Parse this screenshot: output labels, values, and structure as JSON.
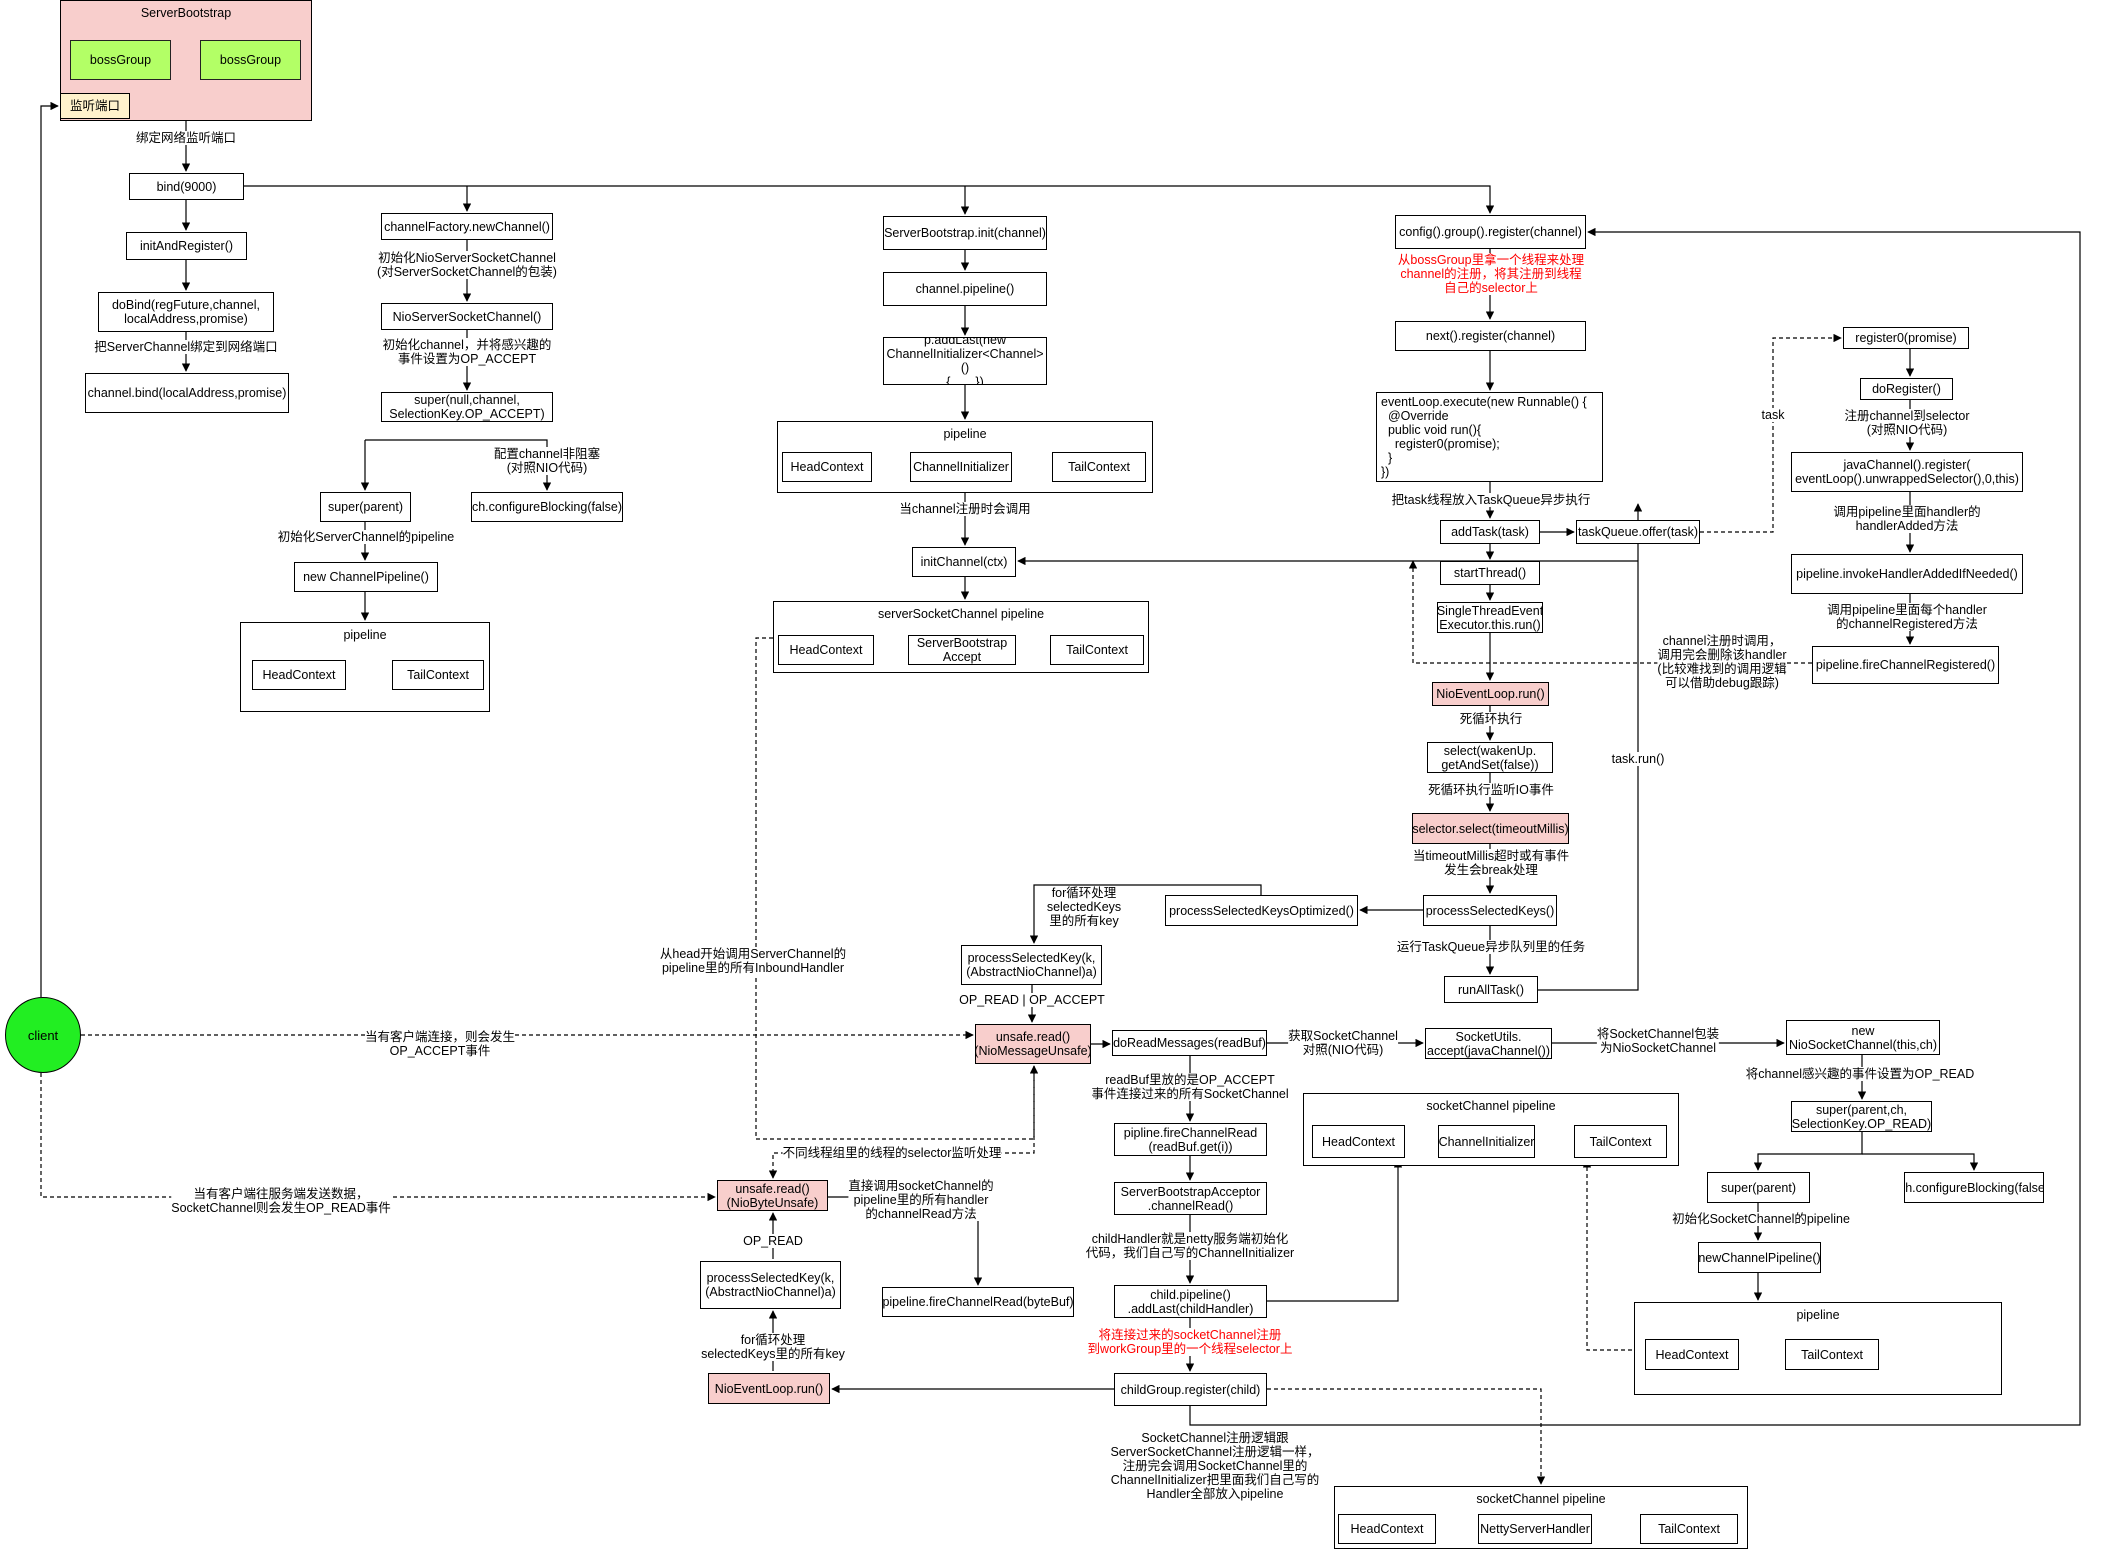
{
  "frames": [
    {
      "id": "f_sb",
      "title": "ServerBootstrap",
      "pink": true
    },
    {
      "id": "f_pl1",
      "title": "pipeline"
    },
    {
      "id": "f_pl2",
      "title": "pipeline"
    },
    {
      "id": "f_pl3",
      "title": "serverSocketChannel pipeline"
    },
    {
      "id": "f_pl4",
      "title": "socketChannel pipeline"
    },
    {
      "id": "f_pl5",
      "title": "pipeline"
    },
    {
      "id": "f_pl6",
      "title": "socketChannel pipeline"
    }
  ],
  "nodes": [
    {
      "id": "boss1",
      "text": "bossGroup",
      "style": "lime"
    },
    {
      "id": "boss2",
      "text": "bossGroup",
      "style": "lime"
    },
    {
      "id": "listen",
      "text": "监听端口",
      "style": "note"
    },
    {
      "id": "bind",
      "text": "bind(9000)"
    },
    {
      "id": "initAndRegister",
      "text": "initAndRegister()"
    },
    {
      "id": "doBind",
      "text": "doBind(regFuture,channel,\nlocalAddress,promise)"
    },
    {
      "id": "channelBind",
      "text": "channel.bind(localAddress,promise)"
    },
    {
      "id": "channelFactory",
      "text": "channelFactory.newChannel()"
    },
    {
      "id": "nioServerSocketChannel",
      "text": "NioServerSocketChannel()"
    },
    {
      "id": "superNull",
      "text": "super(null,channel,\nSelectionKey.OP_ACCEPT)"
    },
    {
      "id": "superParent1",
      "text": "super(parent)"
    },
    {
      "id": "configBlocking1",
      "text": "ch.configureBlocking(false)"
    },
    {
      "id": "newChannelPipeline1",
      "text": "new ChannelPipeline()"
    },
    {
      "id": "p1Head",
      "text": "HeadContext"
    },
    {
      "id": "p1Tail",
      "text": "TailContext"
    },
    {
      "id": "sbInit",
      "text": "ServerBootstrap.init(channel)"
    },
    {
      "id": "channelPipeline",
      "text": "channel.pipeline()"
    },
    {
      "id": "pAddLast",
      "text": "p.addLast(new\nChannelInitializer<Channel>()\n{……})"
    },
    {
      "id": "p2Head",
      "text": "HeadContext"
    },
    {
      "id": "p2Init",
      "text": "ChannelInitializer"
    },
    {
      "id": "p2Tail",
      "text": "TailContext"
    },
    {
      "id": "initChannelCtx",
      "text": "initChannel(ctx)"
    },
    {
      "id": "p3Head",
      "text": "HeadContext"
    },
    {
      "id": "p3Acceptor",
      "text": "ServerBootstrap\nAccept"
    },
    {
      "id": "p3Tail",
      "text": "TailContext"
    },
    {
      "id": "configRegister",
      "text": "config().group().register(channel)"
    },
    {
      "id": "nextRegister",
      "text": "next().register(channel)"
    },
    {
      "id": "eventLoopExecute",
      "text": "eventLoop.execute(new Runnable() {\n  @Override\n  public void run(){\n    register0(promise);\n  }\n})",
      "align": "left"
    },
    {
      "id": "addTask",
      "text": "addTask(task)"
    },
    {
      "id": "taskQueueOffer",
      "text": "taskQueue.offer(task)"
    },
    {
      "id": "startThread",
      "text": "startThread()"
    },
    {
      "id": "singleThread",
      "text": "SingleThreadEvent\nExecutor.this.run()"
    },
    {
      "id": "nioEventLoopRun1",
      "text": "NioEventLoop.run()",
      "style": "pink"
    },
    {
      "id": "selectWakenUp",
      "text": "select(wakenUp.\ngetAndSet(false))"
    },
    {
      "id": "selectorSelect",
      "text": "selector.select(timeoutMillis)",
      "style": "pink"
    },
    {
      "id": "processSelectedKeys",
      "text": "processSelectedKeys()"
    },
    {
      "id": "processSelectedKeysOptimized",
      "text": "processSelectedKeysOptimized()"
    },
    {
      "id": "processSelectedKey1",
      "text": "processSelectedKey(k,\n(AbstractNioChannel)a)"
    },
    {
      "id": "runAllTask",
      "text": "runAllTask()"
    },
    {
      "id": "unsafeRead1",
      "text": "unsafe.read()\n(NioMessageUnsafe)",
      "style": "pink"
    },
    {
      "id": "doReadMessages",
      "text": "doReadMessages(readBuf)"
    },
    {
      "id": "socketUtilsAccept",
      "text": "SocketUtils.\naccept(javaChannel())"
    },
    {
      "id": "newNioSocketChannel",
      "text": "new\nNioSocketChannel(this,ch)"
    },
    {
      "id": "superParentCh",
      "text": "super(parent,ch,\nSelectionKey.OP_READ)"
    },
    {
      "id": "superParent2",
      "text": "super(parent)"
    },
    {
      "id": "configBlocking2",
      "text": "ch.configureBlocking(false)"
    },
    {
      "id": "newChannelPipeline2",
      "text": "newChannelPipeline()"
    },
    {
      "id": "p5Head",
      "text": "HeadContext"
    },
    {
      "id": "p5Tail",
      "text": "TailContext"
    },
    {
      "id": "pipelineFireChannelRead",
      "text": "pipline.fireChannelRead\n(readBuf.get(i))"
    },
    {
      "id": "acceptorChannelRead",
      "text": "ServerBootstrapAcceptor\n.channelRead()"
    },
    {
      "id": "childPipelineAddLast",
      "text": "child.pipeline()\n.addLast(childHandler)"
    },
    {
      "id": "childGroupRegister",
      "text": "childGroup.register(child)"
    },
    {
      "id": "p4Head",
      "text": "HeadContext"
    },
    {
      "id": "p4Init",
      "text": "ChannelInitializer"
    },
    {
      "id": "p4Tail",
      "text": "TailContext"
    },
    {
      "id": "unsafeRead2",
      "text": "unsafe.read()\n(NioByteUnsafe)",
      "style": "pink"
    },
    {
      "id": "processSelectedKey2",
      "text": "processSelectedKey(k,\n(AbstractNioChannel)a)"
    },
    {
      "id": "nioEventLoopRun2",
      "text": "NioEventLoop.run()",
      "style": "pink"
    },
    {
      "id": "fireChannelReadByteBuf",
      "text": "pipeline.fireChannelRead(byteBuf)"
    },
    {
      "id": "p6Head",
      "text": "HeadContext"
    },
    {
      "id": "p6Netty",
      "text": "NettyServerHandler"
    },
    {
      "id": "p6Tail",
      "text": "TailContext"
    },
    {
      "id": "register0",
      "text": "register0(promise)"
    },
    {
      "id": "doRegister",
      "text": "doRegister()"
    },
    {
      "id": "javaChannelRegister",
      "text": "javaChannel().register(\neventLoop().unwrappedSelector(),0,this)"
    },
    {
      "id": "invokeHandlerAdded",
      "text": "pipeline.invokeHandlerAddedIfNeeded()"
    },
    {
      "id": "fireChannelRegistered",
      "text": "pipeline.fireChannelRegistered()"
    }
  ],
  "client_label": "client",
  "labels": [
    {
      "id": "l_bindPort",
      "text": "绑定网络监听端口"
    },
    {
      "id": "l_bindToPort",
      "text": "把ServerChannel绑定到网络端口"
    },
    {
      "id": "l_initNio",
      "text": "初始化NioServerSocketChannel\n(对ServerSocketChannel的包装)"
    },
    {
      "id": "l_initInterest",
      "text": "初始化channel，并将感兴趣的\n事件设置为OP_ACCEPT"
    },
    {
      "id": "l_nonBlocking1",
      "text": "配置channel非阻塞\n(对照NIO代码)"
    },
    {
      "id": "l_initPipeline1",
      "text": "初始化ServerChannel的pipeline"
    },
    {
      "id": "l_whenRegistered",
      "text": "当channel注册时会调用"
    },
    {
      "id": "l_fromBoss",
      "text": "从bossGroup里拿一个线程来处理\nchannel的注册，将其注册到线程\n自己的selector上",
      "red": true
    },
    {
      "id": "l_putTask",
      "text": "把task线程放入TaskQueue异步执行"
    },
    {
      "id": "l_task",
      "text": "task"
    },
    {
      "id": "l_registerSelector",
      "text": "注册channel到selector\n(对照NIO代码)"
    },
    {
      "id": "l_handlerAdded",
      "text": "调用pipeline里面handler的\nhandlerAdded方法"
    },
    {
      "id": "l_channelRegistered",
      "text": "调用pipeline里面每个handler\n的channelRegistered方法"
    },
    {
      "id": "l_removeHandler",
      "text": "channel注册时调用，\n调用完会删除该handler\n(比较难找到的调用逻辑\n可以借助debug跟踪)"
    },
    {
      "id": "l_deadLoop1",
      "text": "死循环执行"
    },
    {
      "id": "l_deadLoop2",
      "text": "死循环执行监听IO事件"
    },
    {
      "id": "l_timeout",
      "text": "当timeoutMillis超时或有事件\n发生会break处理"
    },
    {
      "id": "l_taskRun",
      "text": "task.run()"
    },
    {
      "id": "l_forLoop1",
      "text": "for循环处理\nselectedKeys\n里的所有key"
    },
    {
      "id": "l_runTaskQueue",
      "text": "运行TaskQueue异步队列里的任务"
    },
    {
      "id": "l_fromHead",
      "text": "从head开始调用ServerChannel的\npipeline里的所有InboundHandler"
    },
    {
      "id": "l_opReadAccept",
      "text": "OP_READ | OP_ACCEPT"
    },
    {
      "id": "l_acceptEvent",
      "text": "当有客户端连接，则会发生\nOP_ACCEPT事件"
    },
    {
      "id": "l_getSocketChannel",
      "text": "获取SocketChannel\n对照(NIO代码)"
    },
    {
      "id": "l_wrapSocketChannel",
      "text": "将SocketChannel包装\n为NioSocketChannel"
    },
    {
      "id": "l_setOpRead",
      "text": "将channel感兴趣的事件设置为OP_READ"
    },
    {
      "id": "l_readBuf",
      "text": "readBuf里放的是OP_ACCEPT\n事件连接过来的所有SocketChannel"
    },
    {
      "id": "l_otherThread",
      "text": "不同线程组里的线程的selector监听处理"
    },
    {
      "id": "l_initPipeline2",
      "text": "初始化SocketChannel的pipeline"
    },
    {
      "id": "l_readEvent",
      "text": "当有客户端往服务端发送数据，\nSocketChannel则会发生OP_READ事件"
    },
    {
      "id": "l_callChannelRead",
      "text": "直接调用socketChannel的\npipeline里的所有handler\n的channelRead方法"
    },
    {
      "id": "l_childHandler",
      "text": "childHandler就是netty服务端初始化\n代码，我们自己写的ChannelInitializer"
    },
    {
      "id": "l_opRead",
      "text": "OP_READ"
    },
    {
      "id": "l_forLoop2",
      "text": "for循环处理\nselectedKeys里的所有key"
    },
    {
      "id": "l_registerToWorker",
      "text": "将连接过来的socketChannel注册\n到workGroup里的一个线程selector上",
      "red": true
    },
    {
      "id": "l_sameLogic",
      "text": "SocketChannel注册逻辑跟\nServerSocketChannel注册逻辑一样，\n注册完会调用SocketChannel里的\nChannelInitializer把里面我们自己写的\nHandler全部放入pipeline"
    }
  ]
}
